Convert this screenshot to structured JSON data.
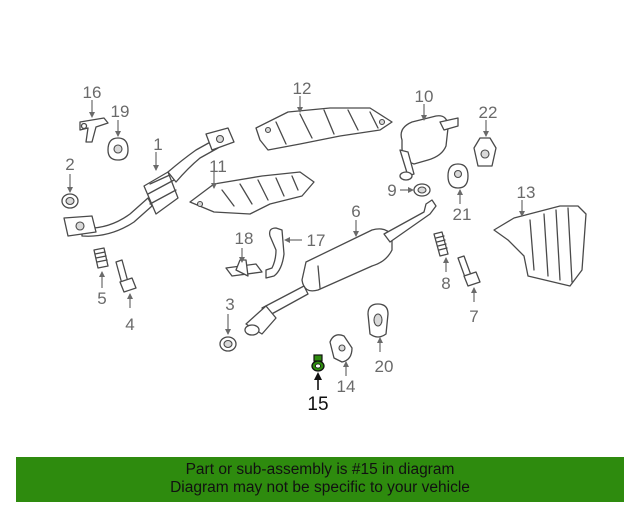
{
  "diagram": {
    "labels": {
      "c1": "1",
      "c2": "2",
      "c3": "3",
      "c4": "4",
      "c5": "5",
      "c6": "6",
      "c7": "7",
      "c8": "8",
      "c9": "9",
      "c10": "10",
      "c11": "11",
      "c12": "12",
      "c13": "13",
      "c14": "14",
      "c15": "15",
      "c16": "16",
      "c17": "17",
      "c18": "18",
      "c19": "19",
      "c20": "20",
      "c21": "21",
      "c22": "22"
    },
    "highlighted_part": "15",
    "highlight_color": "#2e8b0e"
  },
  "banner": {
    "line1": "Part or sub-assembly is #15 in diagram",
    "line2": "Diagram may not be specific to your vehicle",
    "background": "#2e8b0e"
  }
}
